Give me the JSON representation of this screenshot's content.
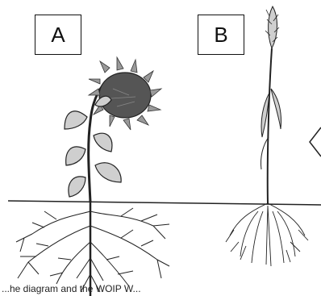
{
  "labels": {
    "plant_a": "A",
    "plant_b": "B"
  },
  "caption": "...he diagram and the WOIP W...",
  "icons": {
    "plant_a": "sunflower-icon",
    "plant_b": "wheat-icon",
    "right_edge": "chevron-left-icon"
  },
  "colors": {
    "ink": "#222222",
    "leaf_fill": "#cfcfcf",
    "head_fill": "#555555"
  }
}
